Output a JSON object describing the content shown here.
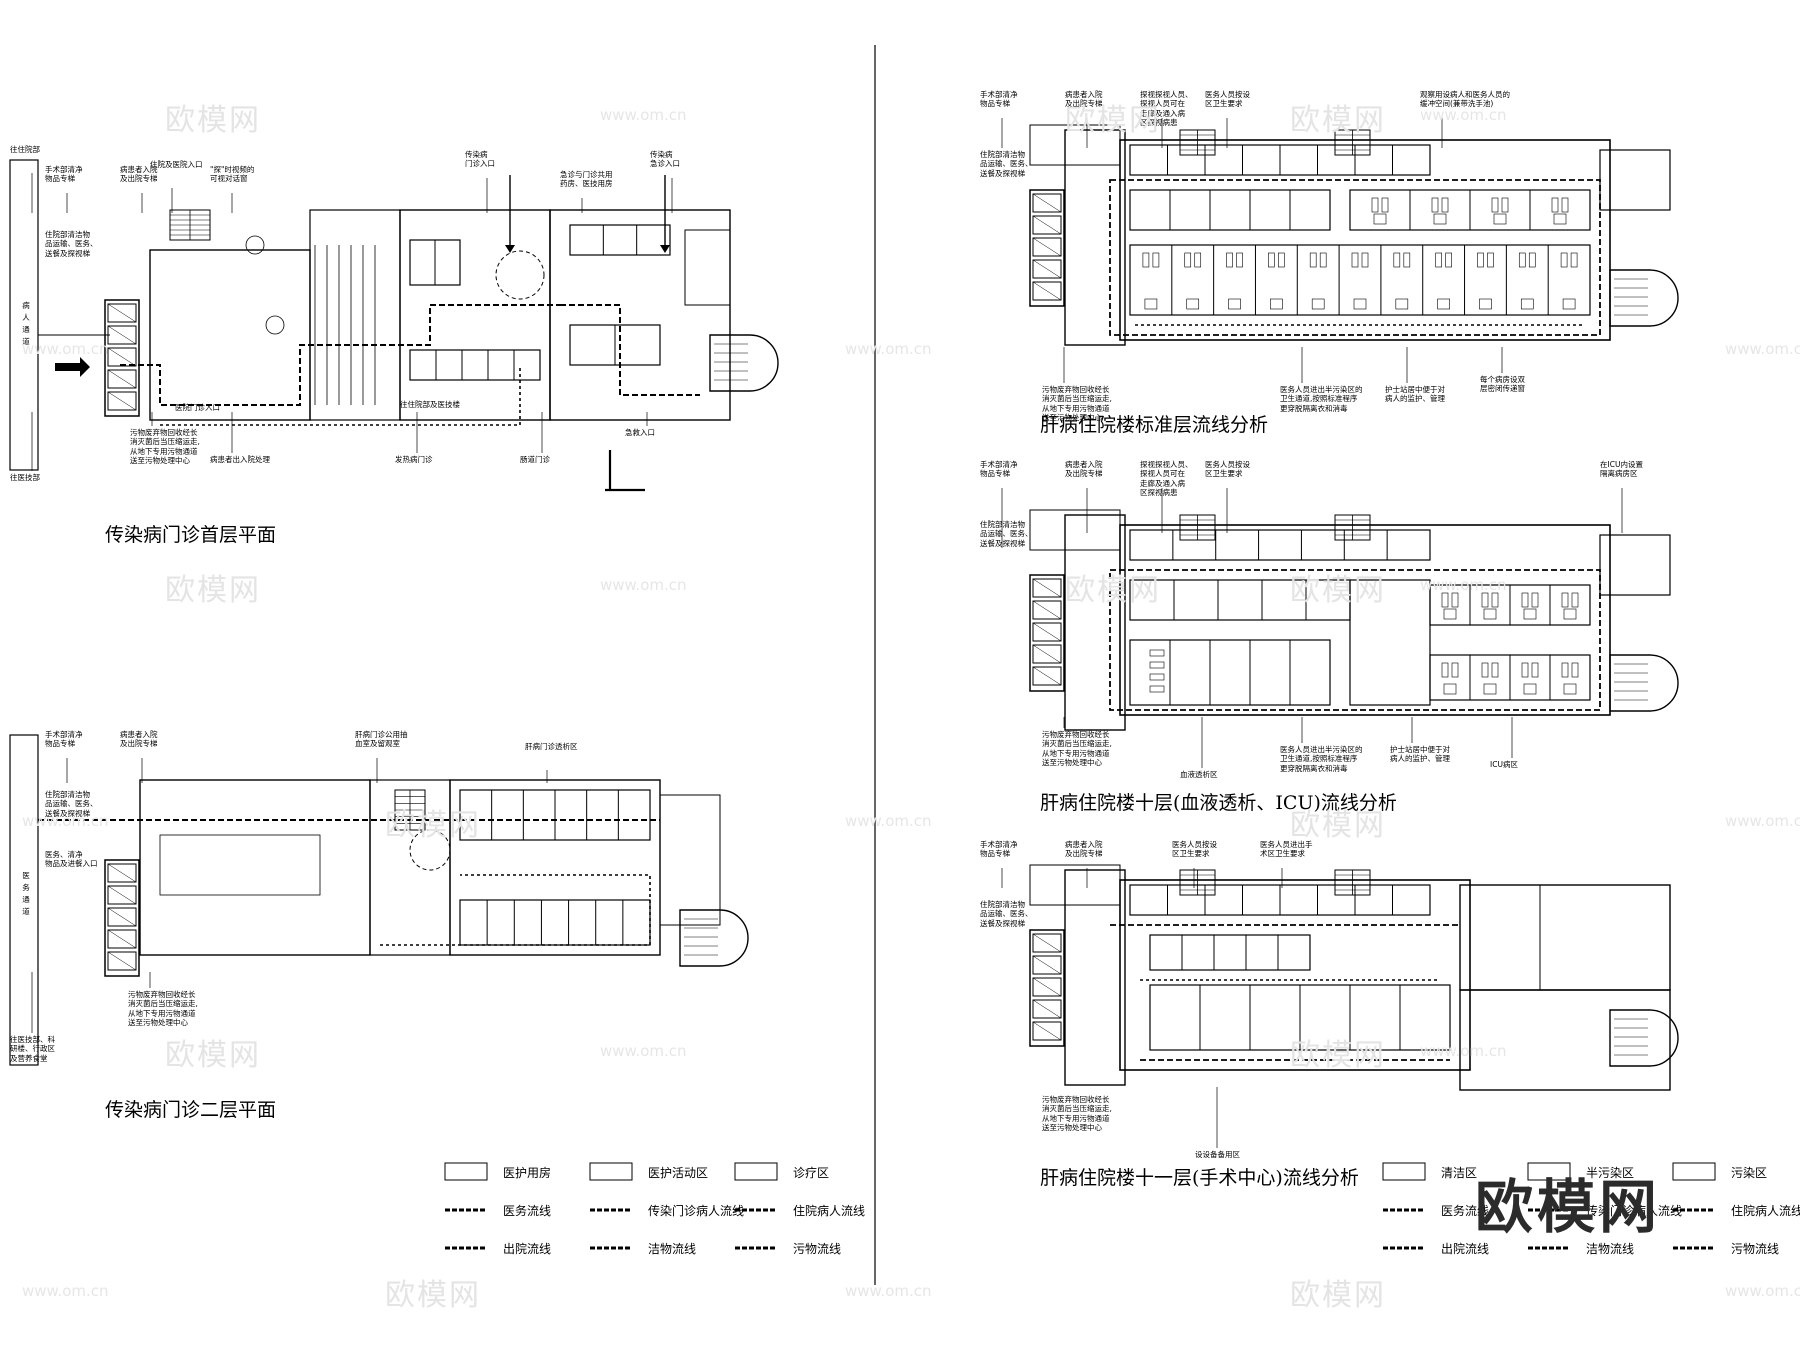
{
  "watermark": {
    "logo": "欧模网",
    "url": "www.om.cn"
  },
  "plans": [
    {
      "id": "p1",
      "title": "传染病门诊首层平面",
      "labels": [
        "往住院部",
        "手术部清净\n物品专梯",
        "病患者入院\n及出院专梯",
        "住院部清洁物\n品运输、医务、\n送餐及探视梯",
        "住院及医院入口",
        "\"探\"时视频的\n可视对话窗",
        "传染病\n门诊入口",
        "急诊与门诊共用\n药房、医技用房",
        "传染病\n急诊入口",
        "病人通道",
        "医院门诊入口",
        "往住院部及医技楼",
        "急救入口",
        "污物废弃物回收经长\n消灭菌后当压缩运走,\n从地下专用污物通道\n送至污物处理中心",
        "病患者出入院处理",
        "发热病门诊",
        "肠道门诊",
        "往医技部"
      ]
    },
    {
      "id": "p2",
      "title": "传染病门诊二层平面",
      "labels": [
        "手术部清净\n物品专梯",
        "病患者入院\n及出院专梯",
        "住院部清洁物\n品运输、医务、\n送餐及探视梯",
        "医务、清净\n物品及进餐入口",
        "肝病门诊公用抽\n血室及留观室",
        "肝病门诊透析区",
        "污物废弃物回收经长\n消灭菌后当压缩运走,\n从地下专用污物通道\n送至污物处理中心",
        "往医技部、科\n研楼、行政区\n及营养食堂",
        "医务通道"
      ]
    },
    {
      "id": "p3",
      "title": "肝病住院楼标准层流线分析",
      "labels": [
        "手术部清净\n物品专梯",
        "病患者入院\n及出院专梯",
        "探视探视人员、\n探视人员可在\n走廊及通入病\n区探视病患",
        "医务人员按设\n区卫生要求",
        "住院部清洁物\n品运输、医务、\n送餐及探视梯",
        "观察用设病人和医务人员的\n缓冲空间(兼带洗手池)",
        "污物废弃物回收经长\n消灭菌后当压缩运走,\n从地下专用污物通道\n送至污物处理中心",
        "医务人员进出半污染区的\n卫生通道,按照标准程序\n更穿脱隔离衣和消毒",
        "护士站居中便于对\n病人的监护、管理",
        "每个病房设双\n层密闭传递窗"
      ]
    },
    {
      "id": "p4",
      "title": "肝病住院楼十层(血液透析、ICU)流线分析",
      "labels": [
        "手术部清净\n物品专梯",
        "病患者入院\n及出院专梯",
        "探视探视人员、\n探视人员可在\n走廊及通入病\n区探视病患",
        "医务人员按设\n区卫生要求",
        "在ICU内设置\n隔离病房区",
        "住院部清洁物\n品运输、医务、\n送餐及探视梯",
        "污物废弃物回收经长\n消灭菌后当压缩运走,\n从地下专用污物通道\n送至污物处理中心",
        "血液透析区",
        "医务人员进出半污染区的\n卫生通道,按照标准程序\n更穿脱隔离衣和消毒",
        "护士站居中便于对\n病人的监护、管理",
        "ICU病区"
      ]
    },
    {
      "id": "p5",
      "title": "肝病住院楼十一层(手术中心)流线分析",
      "labels": [
        "手术部清净\n物品专梯",
        "病患者入院\n及出院专梯",
        "医务人员按设\n区卫生要求",
        "医务人员进出手\n术区卫生要求",
        "住院部清洁物\n品运输、医务、\n送餐及探视梯",
        "污物废弃物回收经长\n消灭菌后当压缩运走,\n从地下专用污物通道\n送至污物处理中心",
        "设设备备用区"
      ]
    }
  ],
  "legends": [
    {
      "id": "left",
      "items": [
        {
          "label": "医护用房",
          "kind": "box"
        },
        {
          "label": "医护活动区",
          "kind": "box"
        },
        {
          "label": "诊疗区",
          "kind": "box"
        },
        {
          "label": "医务流线",
          "kind": "line"
        },
        {
          "label": "传染门诊病人流线",
          "kind": "line"
        },
        {
          "label": "住院病人流线",
          "kind": "line"
        },
        {
          "label": "出院流线",
          "kind": "line"
        },
        {
          "label": "洁物流线",
          "kind": "line"
        },
        {
          "label": "污物流线",
          "kind": "line"
        }
      ]
    },
    {
      "id": "right",
      "items": [
        {
          "label": "清洁区",
          "kind": "box"
        },
        {
          "label": "半污染区",
          "kind": "box"
        },
        {
          "label": "污染区",
          "kind": "box"
        },
        {
          "label": "医务流线",
          "kind": "line"
        },
        {
          "label": "传染门诊病人流线",
          "kind": "line"
        },
        {
          "label": "住院病人流线",
          "kind": "line"
        },
        {
          "label": "出院流线",
          "kind": "line"
        },
        {
          "label": "洁物流线",
          "kind": "line"
        },
        {
          "label": "污物流线",
          "kind": "line"
        }
      ]
    }
  ]
}
